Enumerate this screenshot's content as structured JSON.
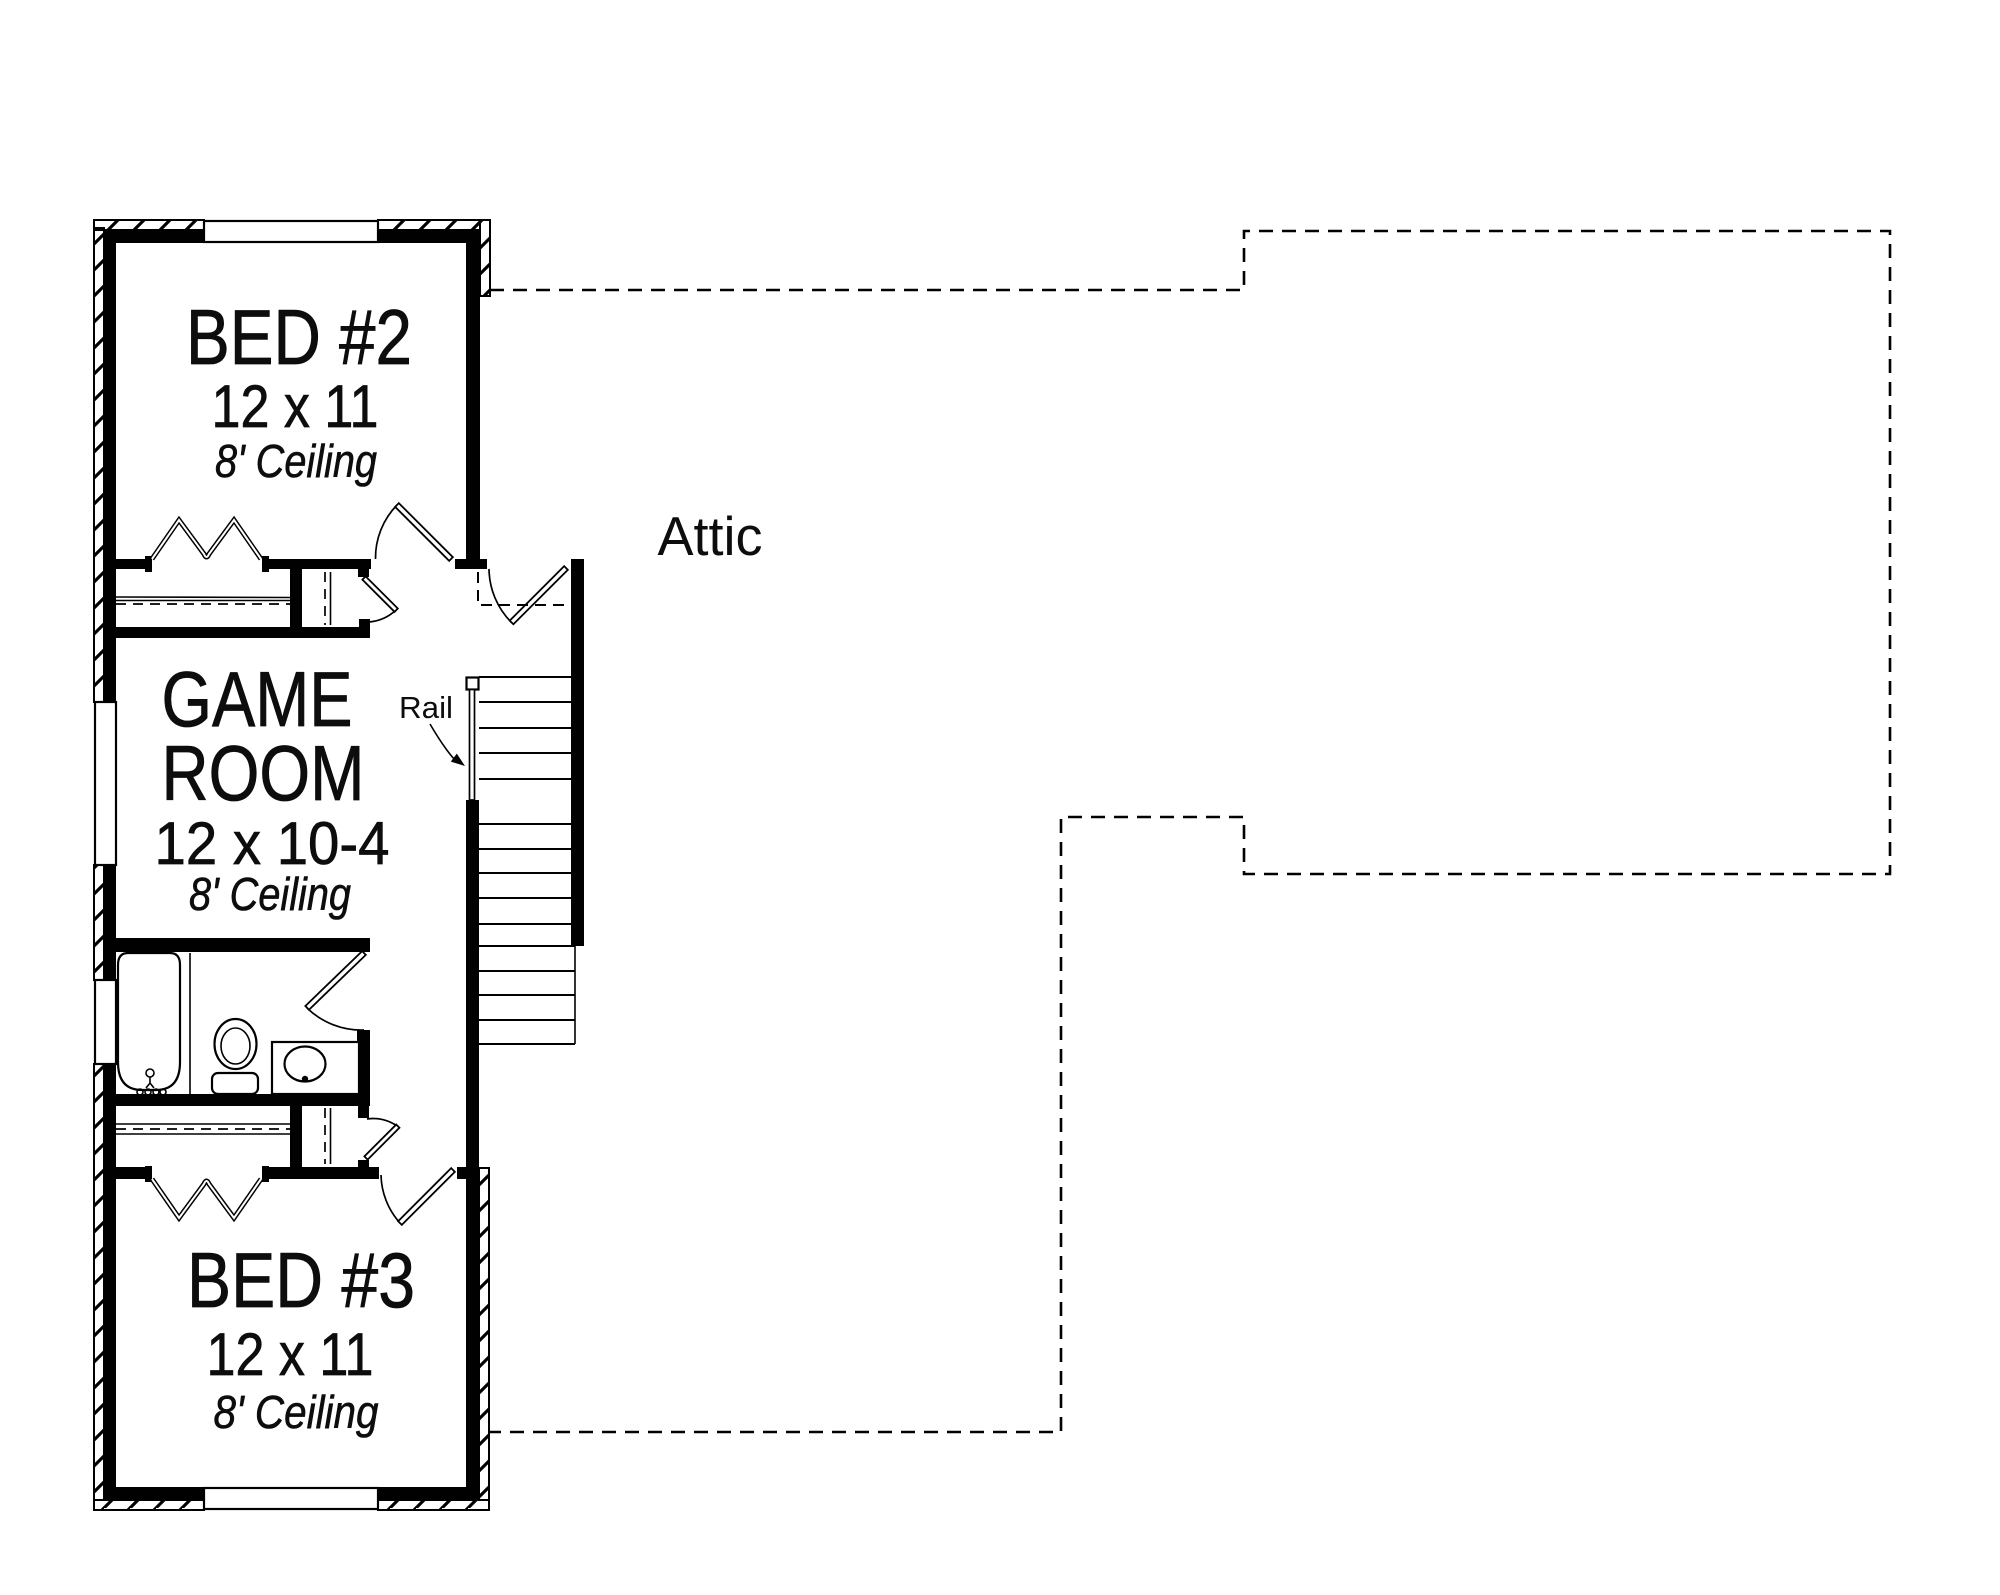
{
  "plan": {
    "type": "floor_plan",
    "background_color": "#ffffff",
    "wall_color": "#000000",
    "rooms": [
      {
        "id": "bed2",
        "name": "BED #2",
        "dimensions": "12 x 11",
        "ceiling": "8' Ceiling"
      },
      {
        "id": "game_room",
        "name": "GAME ROOM",
        "name_line1": "GAME",
        "name_line2": "ROOM",
        "dimensions": "12 x 10-4",
        "ceiling": "8' Ceiling"
      },
      {
        "id": "bed3",
        "name": "BED #3",
        "dimensions": "12 x 11",
        "ceiling": "8' Ceiling"
      }
    ],
    "annotations": {
      "attic": "Attic",
      "rail": "Rail"
    }
  }
}
